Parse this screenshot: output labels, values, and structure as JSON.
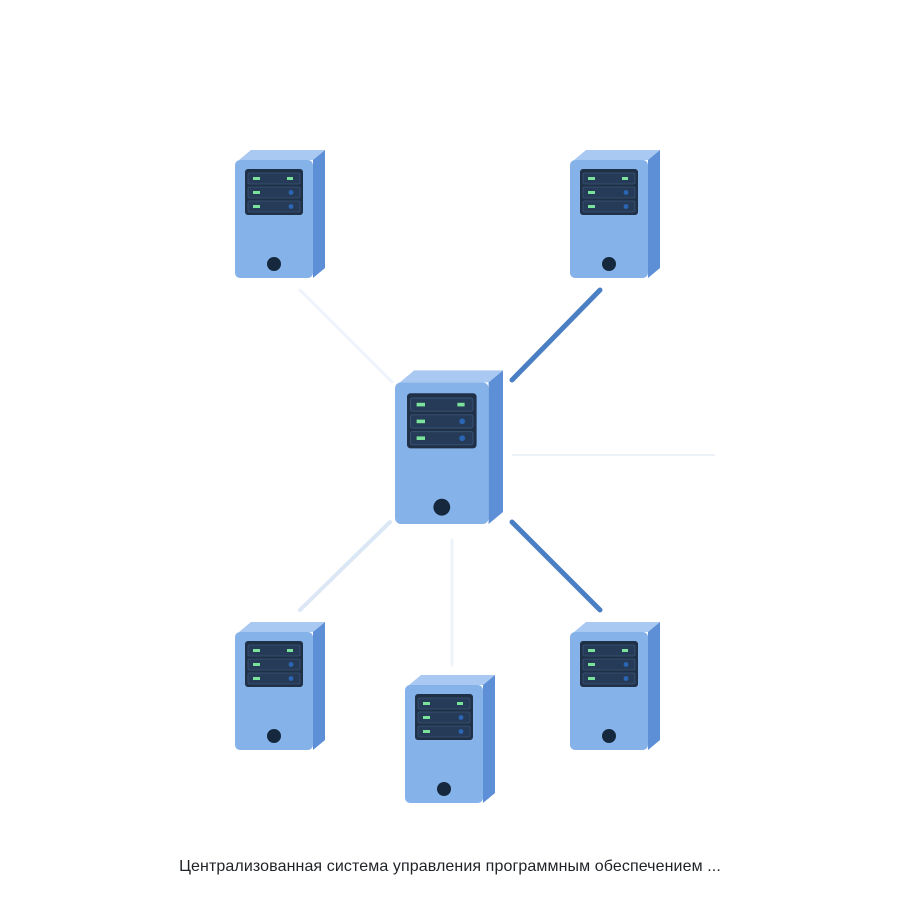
{
  "caption": "Централизованная система управления программным обеспечением ...",
  "colors": {
    "tower_face": "#86b2ea",
    "tower_side": "#5d8fd6",
    "tower_top": "#a9c9f2",
    "panel": "#1f3047",
    "led": "#7be29b",
    "dot": "#2b66b5",
    "button": "#16283d",
    "link_strong": "#4a7fc4",
    "link_light": "#dbe7f4",
    "link_faint": "#eef3f9"
  },
  "nodes": [
    {
      "id": "central",
      "name": "central-server-icon"
    },
    {
      "id": "top-left",
      "name": "server-top-left-icon"
    },
    {
      "id": "top-right",
      "name": "server-top-right-icon"
    },
    {
      "id": "bottom-left",
      "name": "server-bottom-left-icon"
    },
    {
      "id": "bottom-center",
      "name": "server-bottom-center-icon"
    },
    {
      "id": "bottom-right",
      "name": "server-bottom-right-icon"
    }
  ],
  "links": [
    {
      "from": "central",
      "to": "top-left",
      "style": "faint"
    },
    {
      "from": "central",
      "to": "top-right",
      "style": "strong"
    },
    {
      "from": "central",
      "to": "bottom-left",
      "style": "light"
    },
    {
      "from": "central",
      "to": "bottom-center",
      "style": "faint"
    },
    {
      "from": "central",
      "to": "bottom-right",
      "style": "strong"
    }
  ]
}
